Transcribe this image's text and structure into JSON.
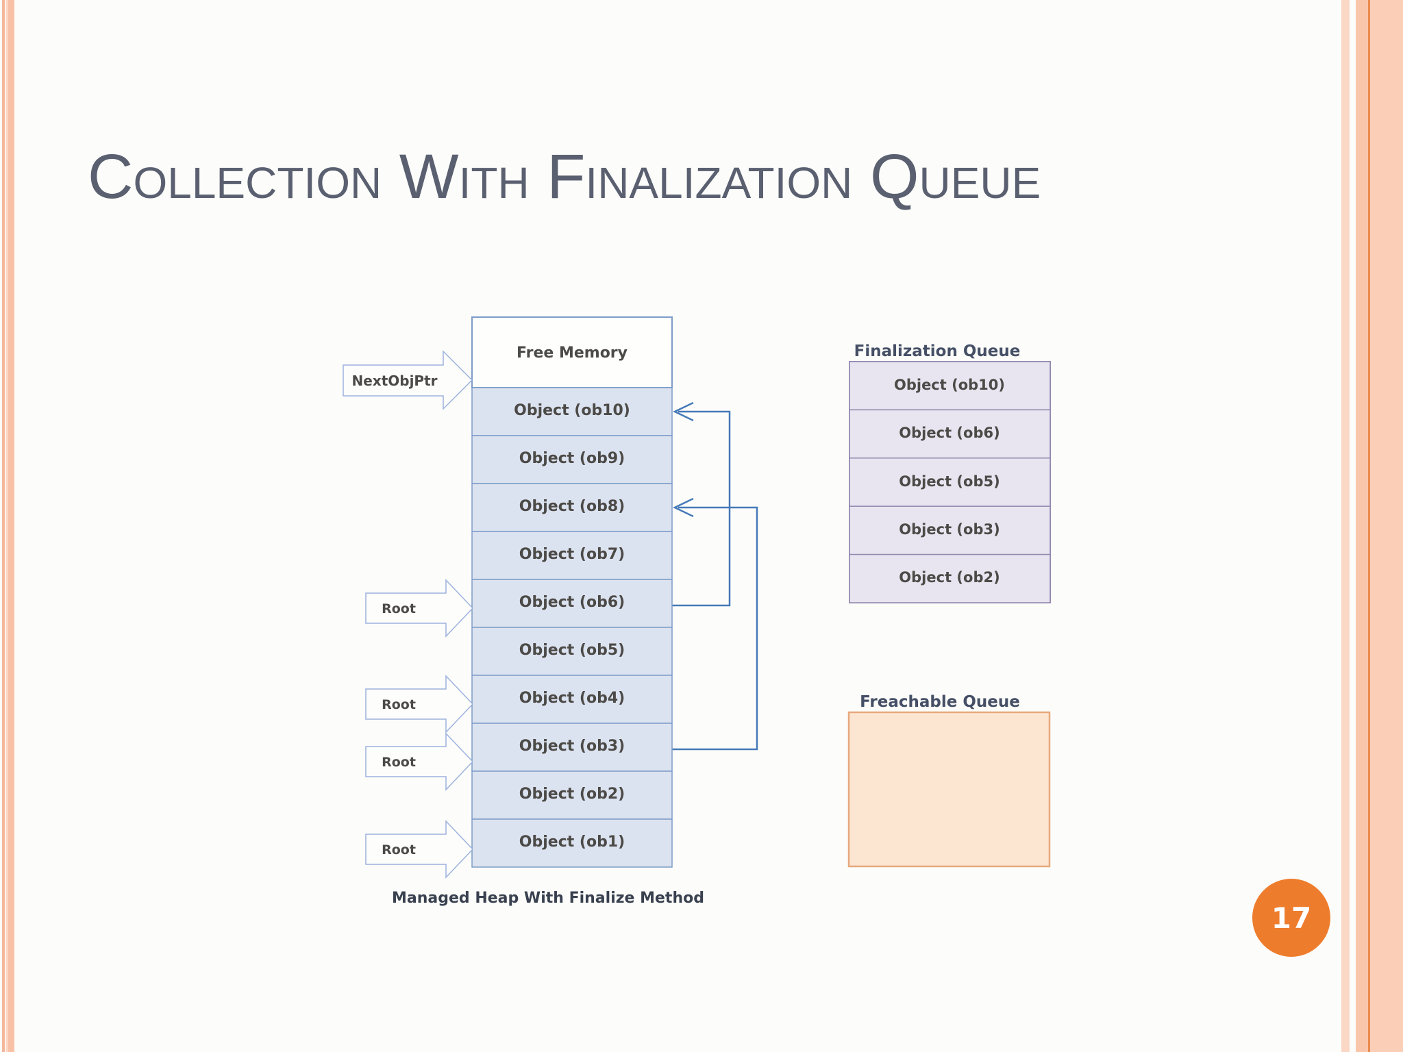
{
  "slide": {
    "title": "Collection With Finalization Queue",
    "caption": "Managed Heap With Finalize Method",
    "page_number": "17"
  },
  "heap": {
    "free_memory_label": "Free Memory",
    "next_obj_ptr_label": "NextObjPtr",
    "root_label": "Root",
    "cells": [
      "Object (ob10)",
      "Object (ob9)",
      "Object (ob8)",
      "Object (ob7)",
      "Object (ob6)",
      "Object (ob5)",
      "Object (ob4)",
      "Object (ob3)",
      "Object (ob2)",
      "Object (ob1)"
    ]
  },
  "finalization_queue": {
    "title": "Finalization Queue",
    "cells": [
      "Object (ob10)",
      "Object (ob6)",
      "Object (ob5)",
      "Object (ob3)",
      "Object (ob2)"
    ]
  },
  "freachable_queue": {
    "title": "Freachable Queue"
  },
  "colors": {
    "accent_orange": "#ee7c2d",
    "border_peach": "#f8c1a6",
    "border_orange_line": "#e98b4f",
    "heap_fill": "#dce3f0",
    "heap_border": "#7d9cc8",
    "queue_fill": "#e9e5f0",
    "queue_border": "#9186ae",
    "freachable_fill": "#fce5d1",
    "freachable_border": "#e8a87c",
    "connector_blue": "#4679b8",
    "block_arrow_outline": "#9db2dd",
    "diagram_text": "#4c4a47",
    "title_color": "#5a6070"
  }
}
